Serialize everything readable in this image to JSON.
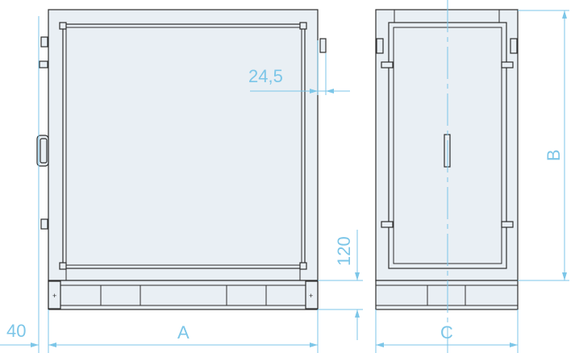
{
  "dimensions": {
    "offset_side": "40",
    "width_front": "A",
    "gap_bracket": "24,5",
    "plinth_height": "120",
    "height": "B",
    "depth": "C"
  },
  "colors": {
    "dimension": "#7cc6e8",
    "fill": "#e9eff4",
    "stroke": "#2e2e2e"
  }
}
